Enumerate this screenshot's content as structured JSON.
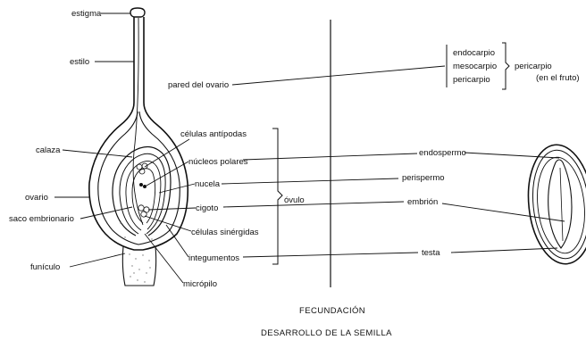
{
  "labels": {
    "estigma": "estigma",
    "estilo": "estilo",
    "pared_ovario": "pared del ovario",
    "celulas_antipodas": "células antípodas",
    "calaza": "calaza",
    "nucleos_polares": "núcleos polares",
    "nucela": "nucela",
    "ovario": "ovario",
    "saco_embrionario": "saco embrionario",
    "cigoto": "cigoto",
    "ovulo": "óvulo",
    "celulas_sinergidas": "células sinérgidas",
    "integumentos": "integumentos",
    "funiculo": "funículo",
    "micropilo": "micrópilo",
    "endocarpio": "endocarpio",
    "mesocarpio": "mesocarpio",
    "pericarpio_layer": "pericarpio",
    "pericarpio_group": "pericarpio",
    "en_el_fruto": "(en el fruto)",
    "endospermo": "endospermo",
    "perispermo": "perispermo",
    "embrion": "embrión",
    "testa": "testa"
  },
  "captions": {
    "fecundacion": "FECUNDACIÓN",
    "desarrollo": "DESARROLLO DE LA SEMILLA"
  }
}
